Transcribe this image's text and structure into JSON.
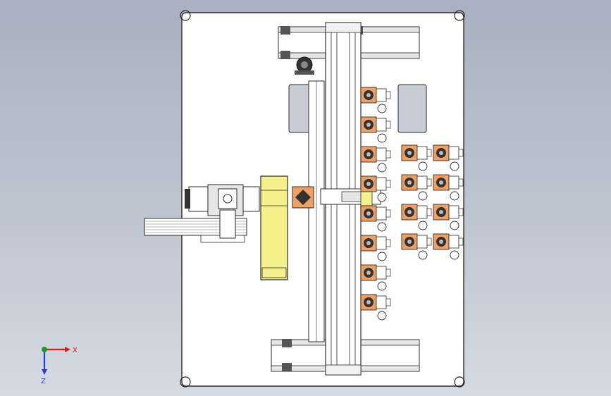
{
  "viewport": {
    "background_top": "#a7b1c1",
    "background_bottom": "#d5dae2"
  },
  "colors": {
    "base_plate": "#ffffff",
    "outline": "#2b2b2b",
    "window_gray": "#c9cdd3",
    "yellow_part": "#f4f08a",
    "orange_part": "#f0a060",
    "dark_part": "#333333",
    "axis_x": "#d81b1b",
    "axis_y": "#1a9a2a",
    "axis_z": "#2a3ad8"
  },
  "triad": {
    "x_label": "X",
    "z_label": "Z"
  },
  "drawing": {
    "left_station_count": 8,
    "right_station_rows": 4,
    "right_station_cols": 2
  }
}
